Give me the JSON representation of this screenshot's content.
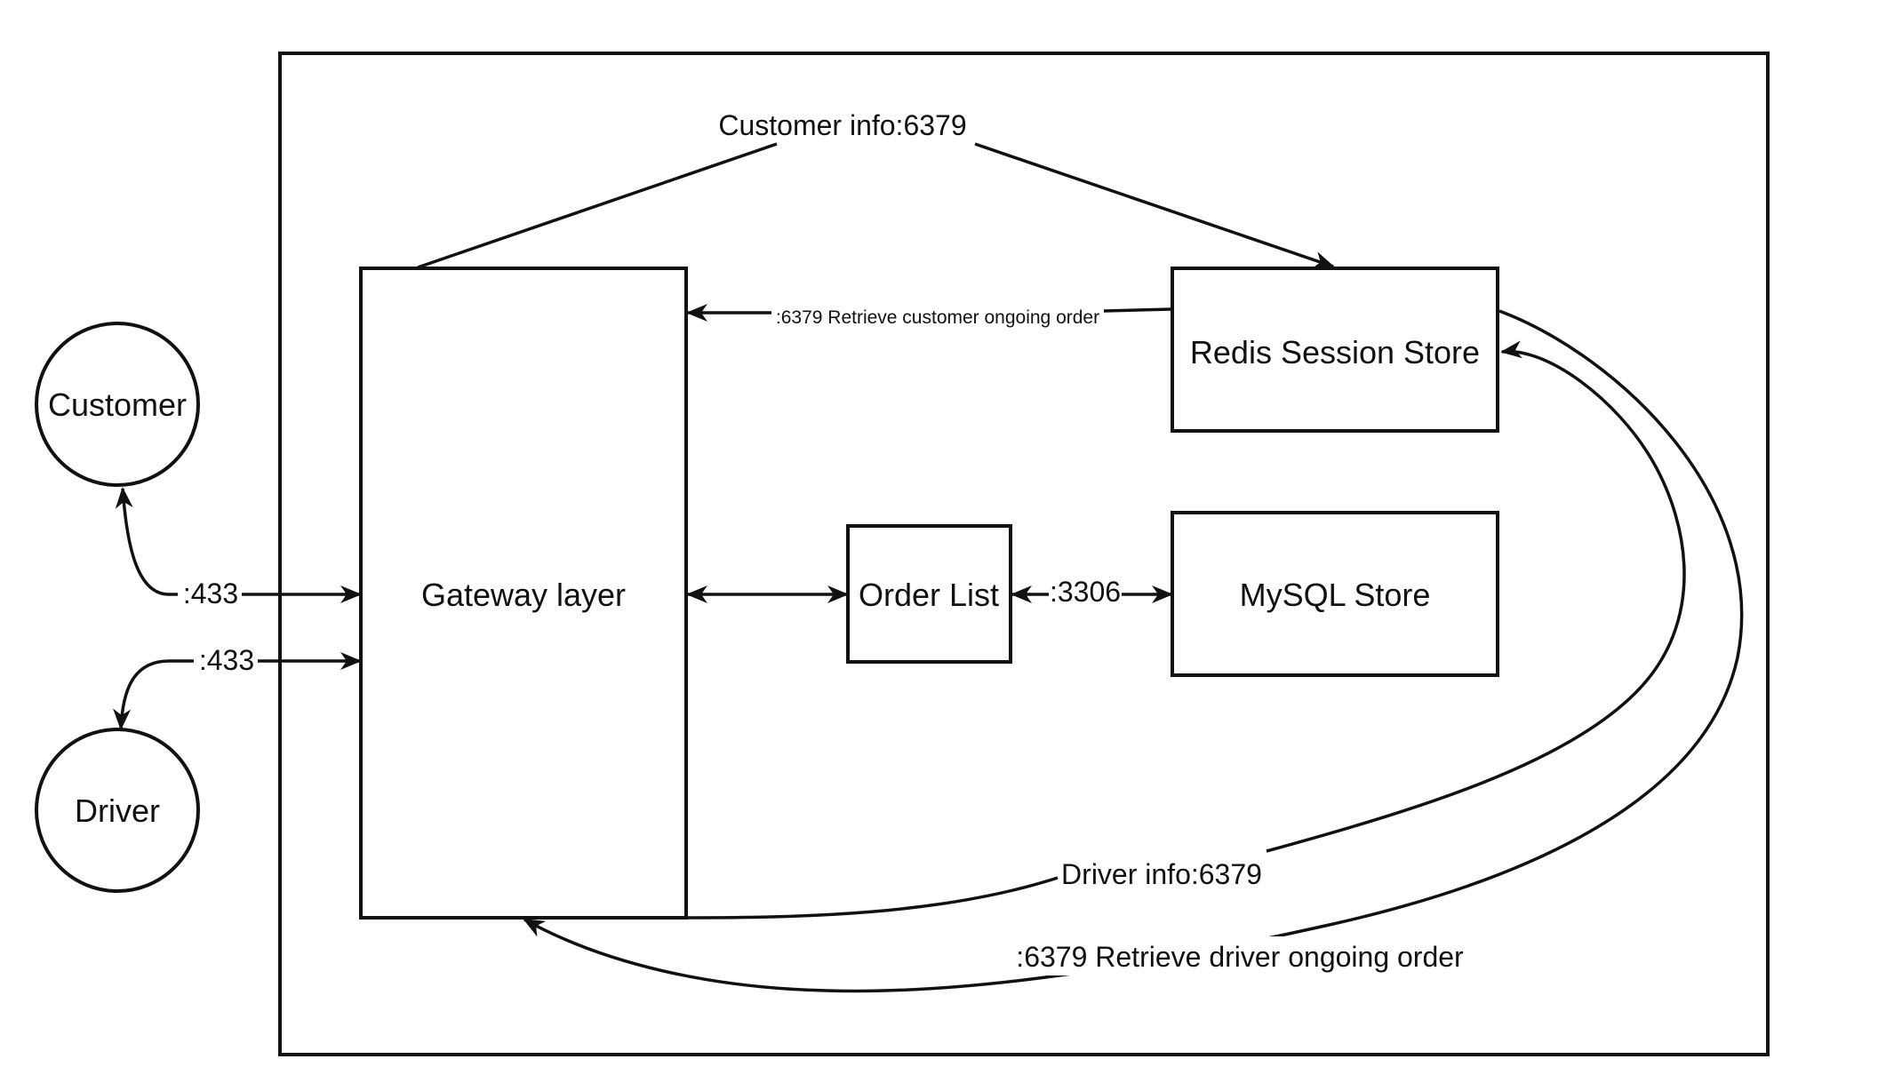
{
  "nodes": {
    "customer": "Customer",
    "driver": "Driver",
    "gateway": "Gateway layer",
    "order_list": "Order List",
    "mysql": "MySQL Store",
    "redis": "Redis Session Store"
  },
  "edges": {
    "customer_port": ":433",
    "driver_port": ":433",
    "order_mysql_port": ":3306",
    "customer_info": "Customer info:6379",
    "retrieve_customer": ":6379 Retrieve customer ongoing order",
    "driver_info": "Driver info:6379",
    "retrieve_driver": ":6379 Retrieve driver ongoing order"
  },
  "colors": {
    "stroke": "#111111",
    "background": "#ffffff"
  }
}
